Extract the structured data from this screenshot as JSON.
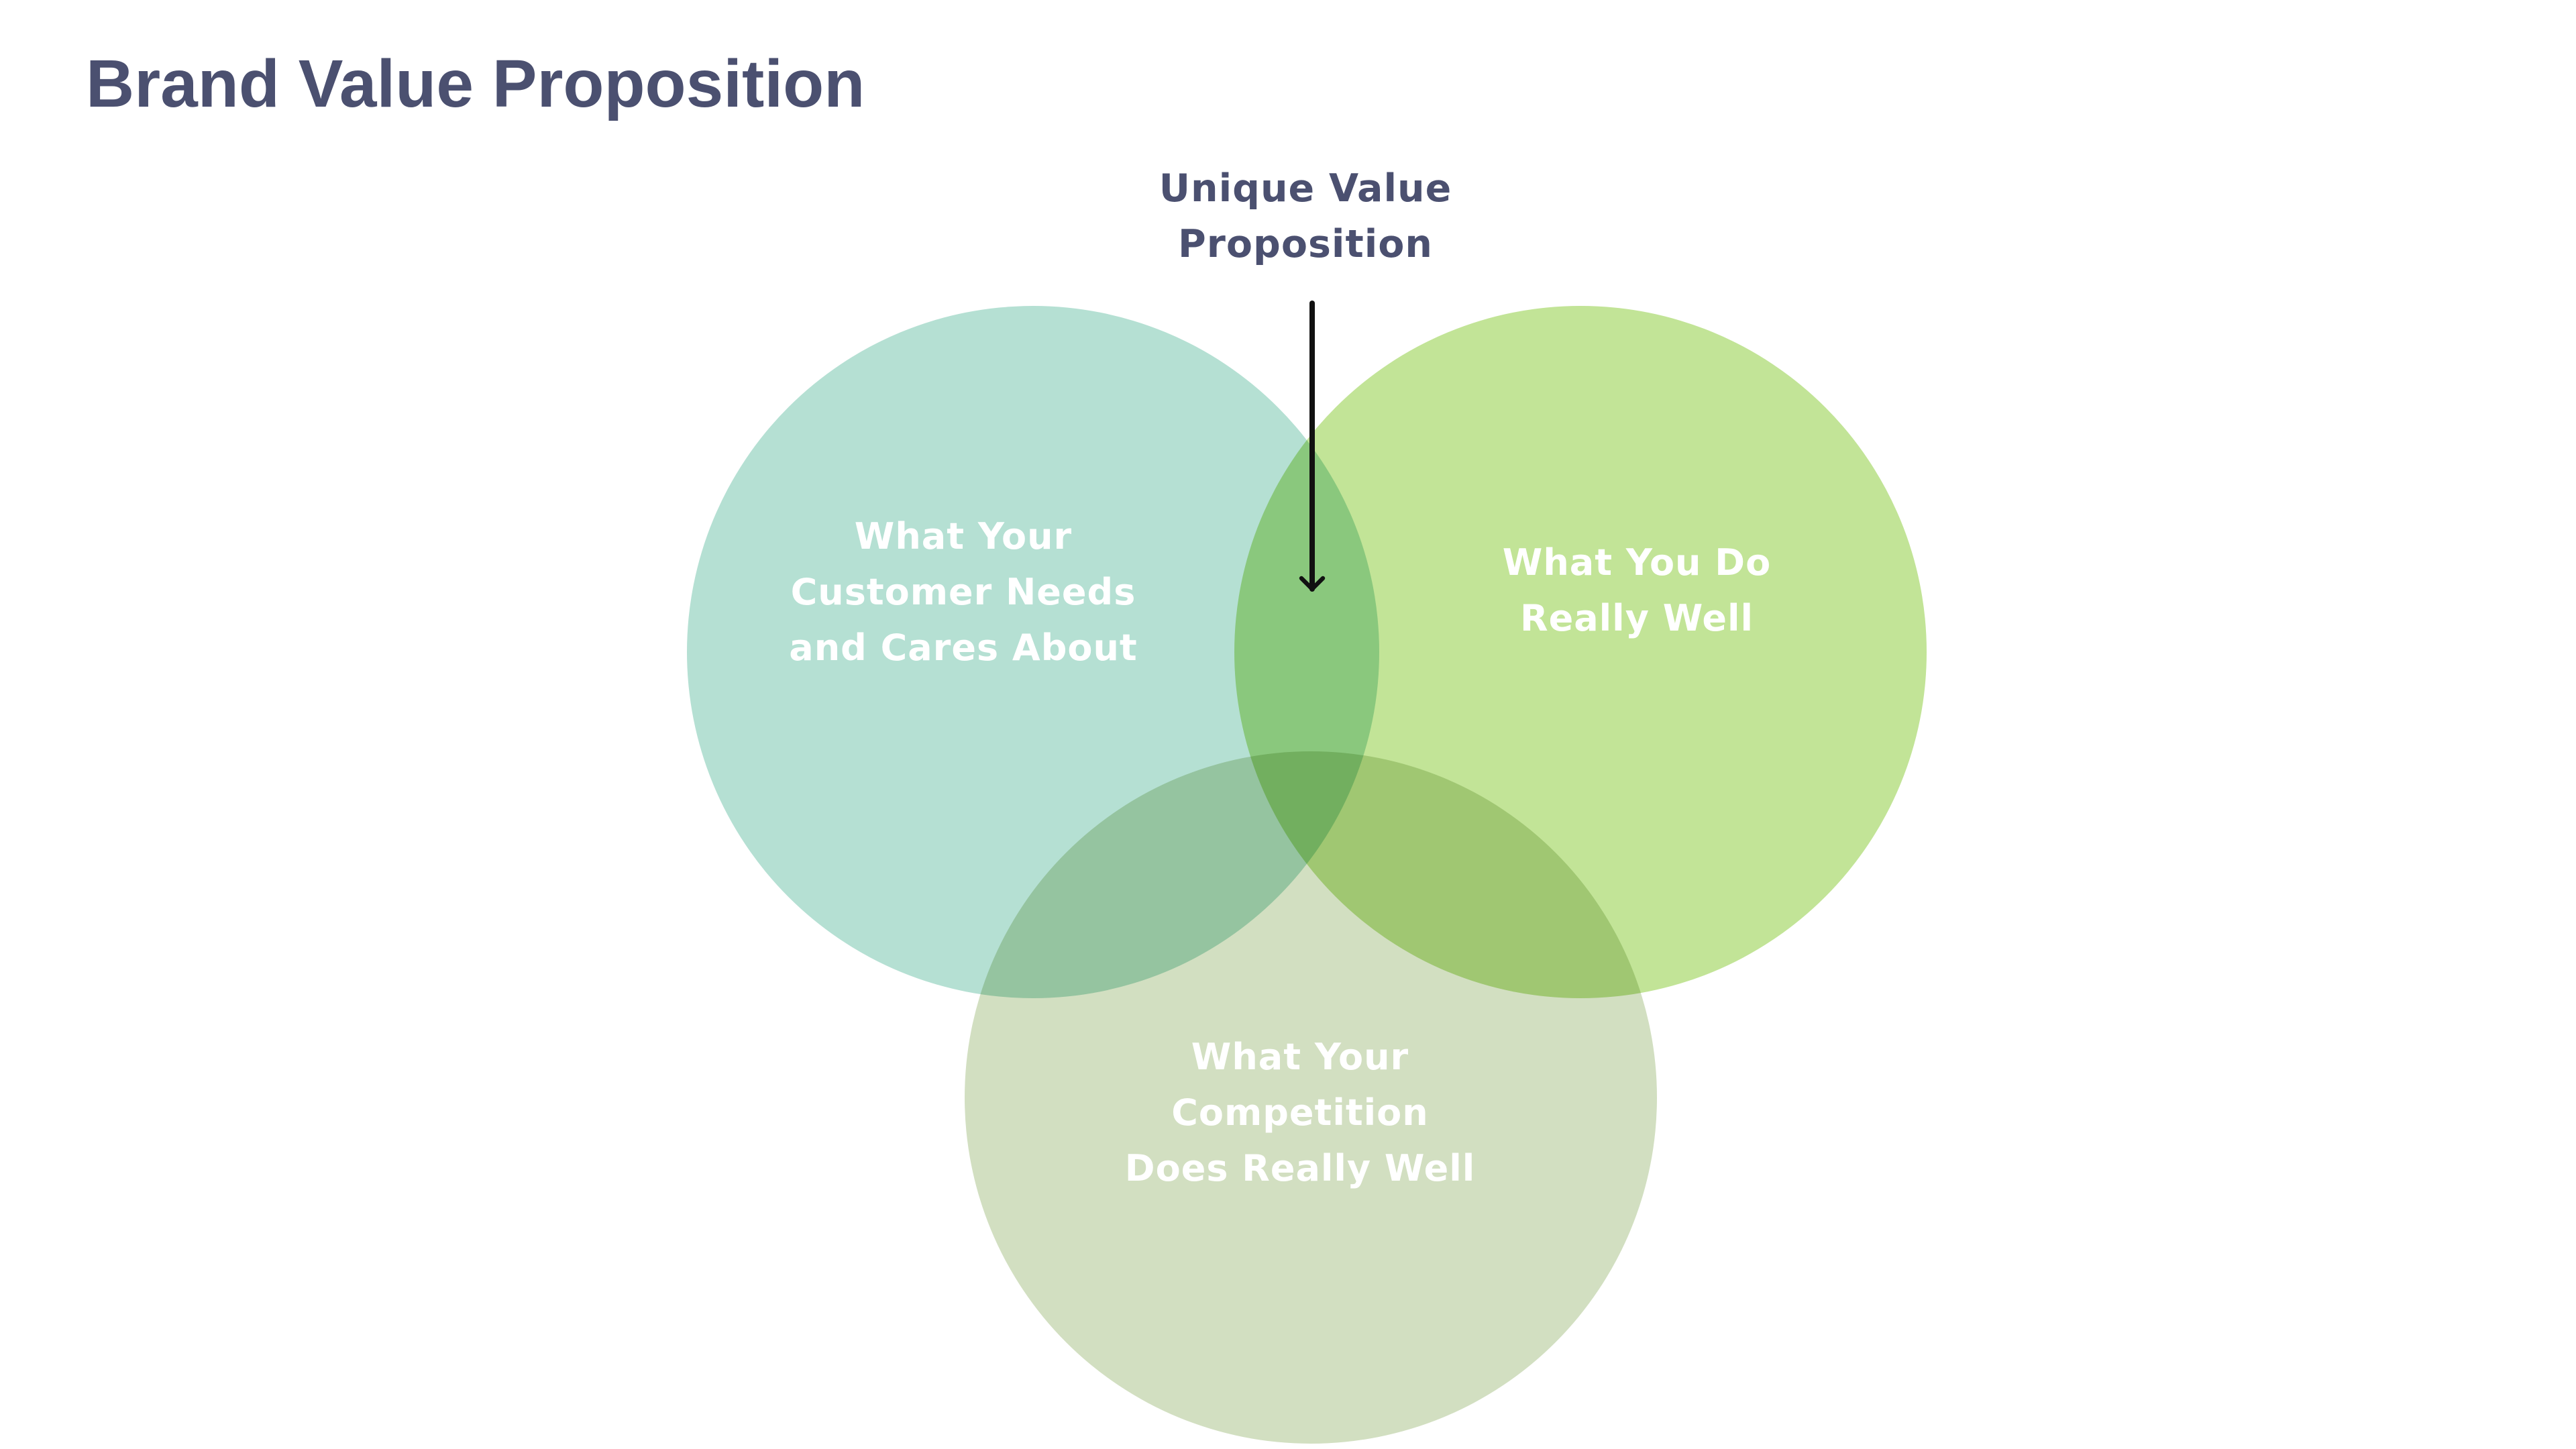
{
  "title": "Brand Value Proposition",
  "intersection_label": "Unique Value\nProposition",
  "circles": {
    "customer": {
      "label": "What Your\nCustomer Needs\nand Cares About",
      "color": "#b5e0d3"
    },
    "you": {
      "label": "What You Do\nReally Well",
      "color": "#c2e497"
    },
    "competition": {
      "label": "What Your\nCompetition\nDoes Really Well",
      "color": "#d2dfc1"
    }
  },
  "colors": {
    "title_text": "#4b5070",
    "circle_text": "#ffffff",
    "arrow": "#111111"
  },
  "icons": {
    "pointer": "arrow-down-icon"
  }
}
